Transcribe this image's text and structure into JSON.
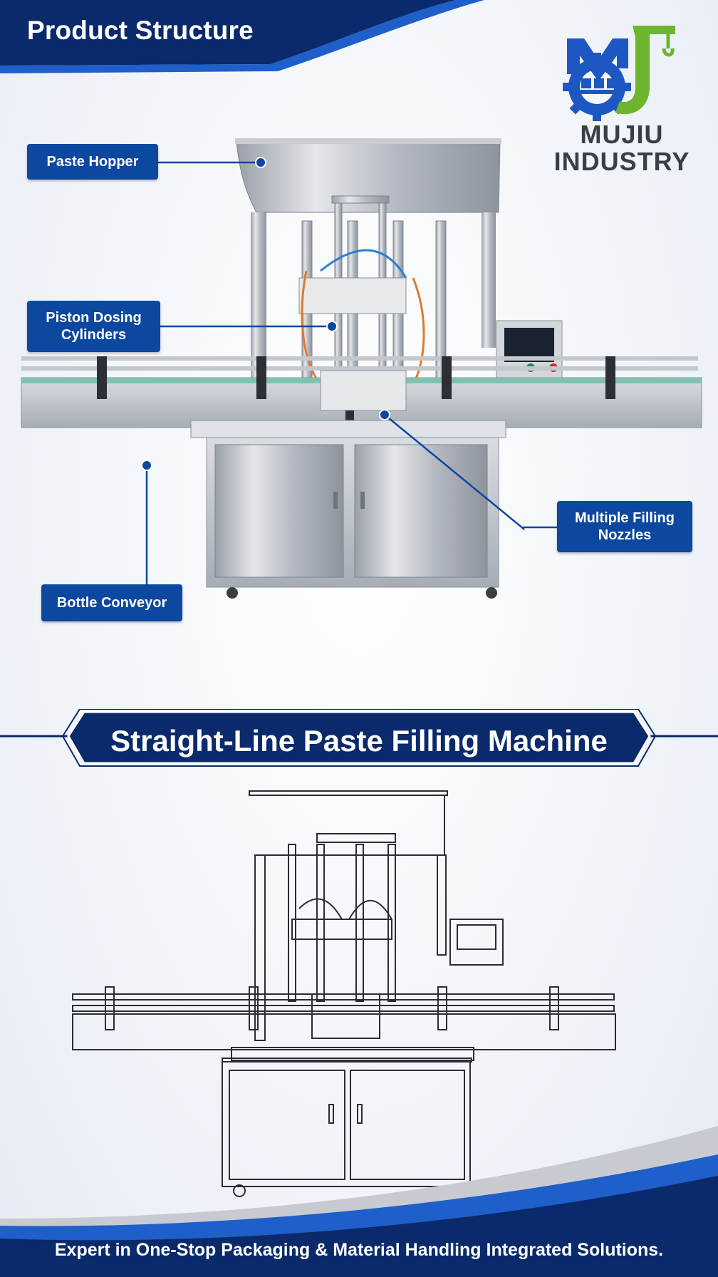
{
  "header": {
    "title": "Product Structure"
  },
  "logo": {
    "line1": "MUJIU",
    "line2": "INDUSTRY"
  },
  "callouts": {
    "paste_hopper": "Paste Hopper",
    "piston_line1": "Piston Dosing",
    "piston_line2": "Cylinders",
    "bottle_conveyor": "Bottle Conveyor",
    "nozzles_line1": "Multiple Filling",
    "nozzles_line2": "Nozzles"
  },
  "band": {
    "title": "Straight-Line Paste Filling Machine"
  },
  "footer": {
    "tagline": "Expert in One-Stop Packaging & Material Handling Integrated Solutions."
  },
  "colors": {
    "brand_blue": "#0c47a0",
    "dark_navy": "#0a2a6b",
    "logo_green": "#6cb52d",
    "steel": "#b9bec6"
  }
}
